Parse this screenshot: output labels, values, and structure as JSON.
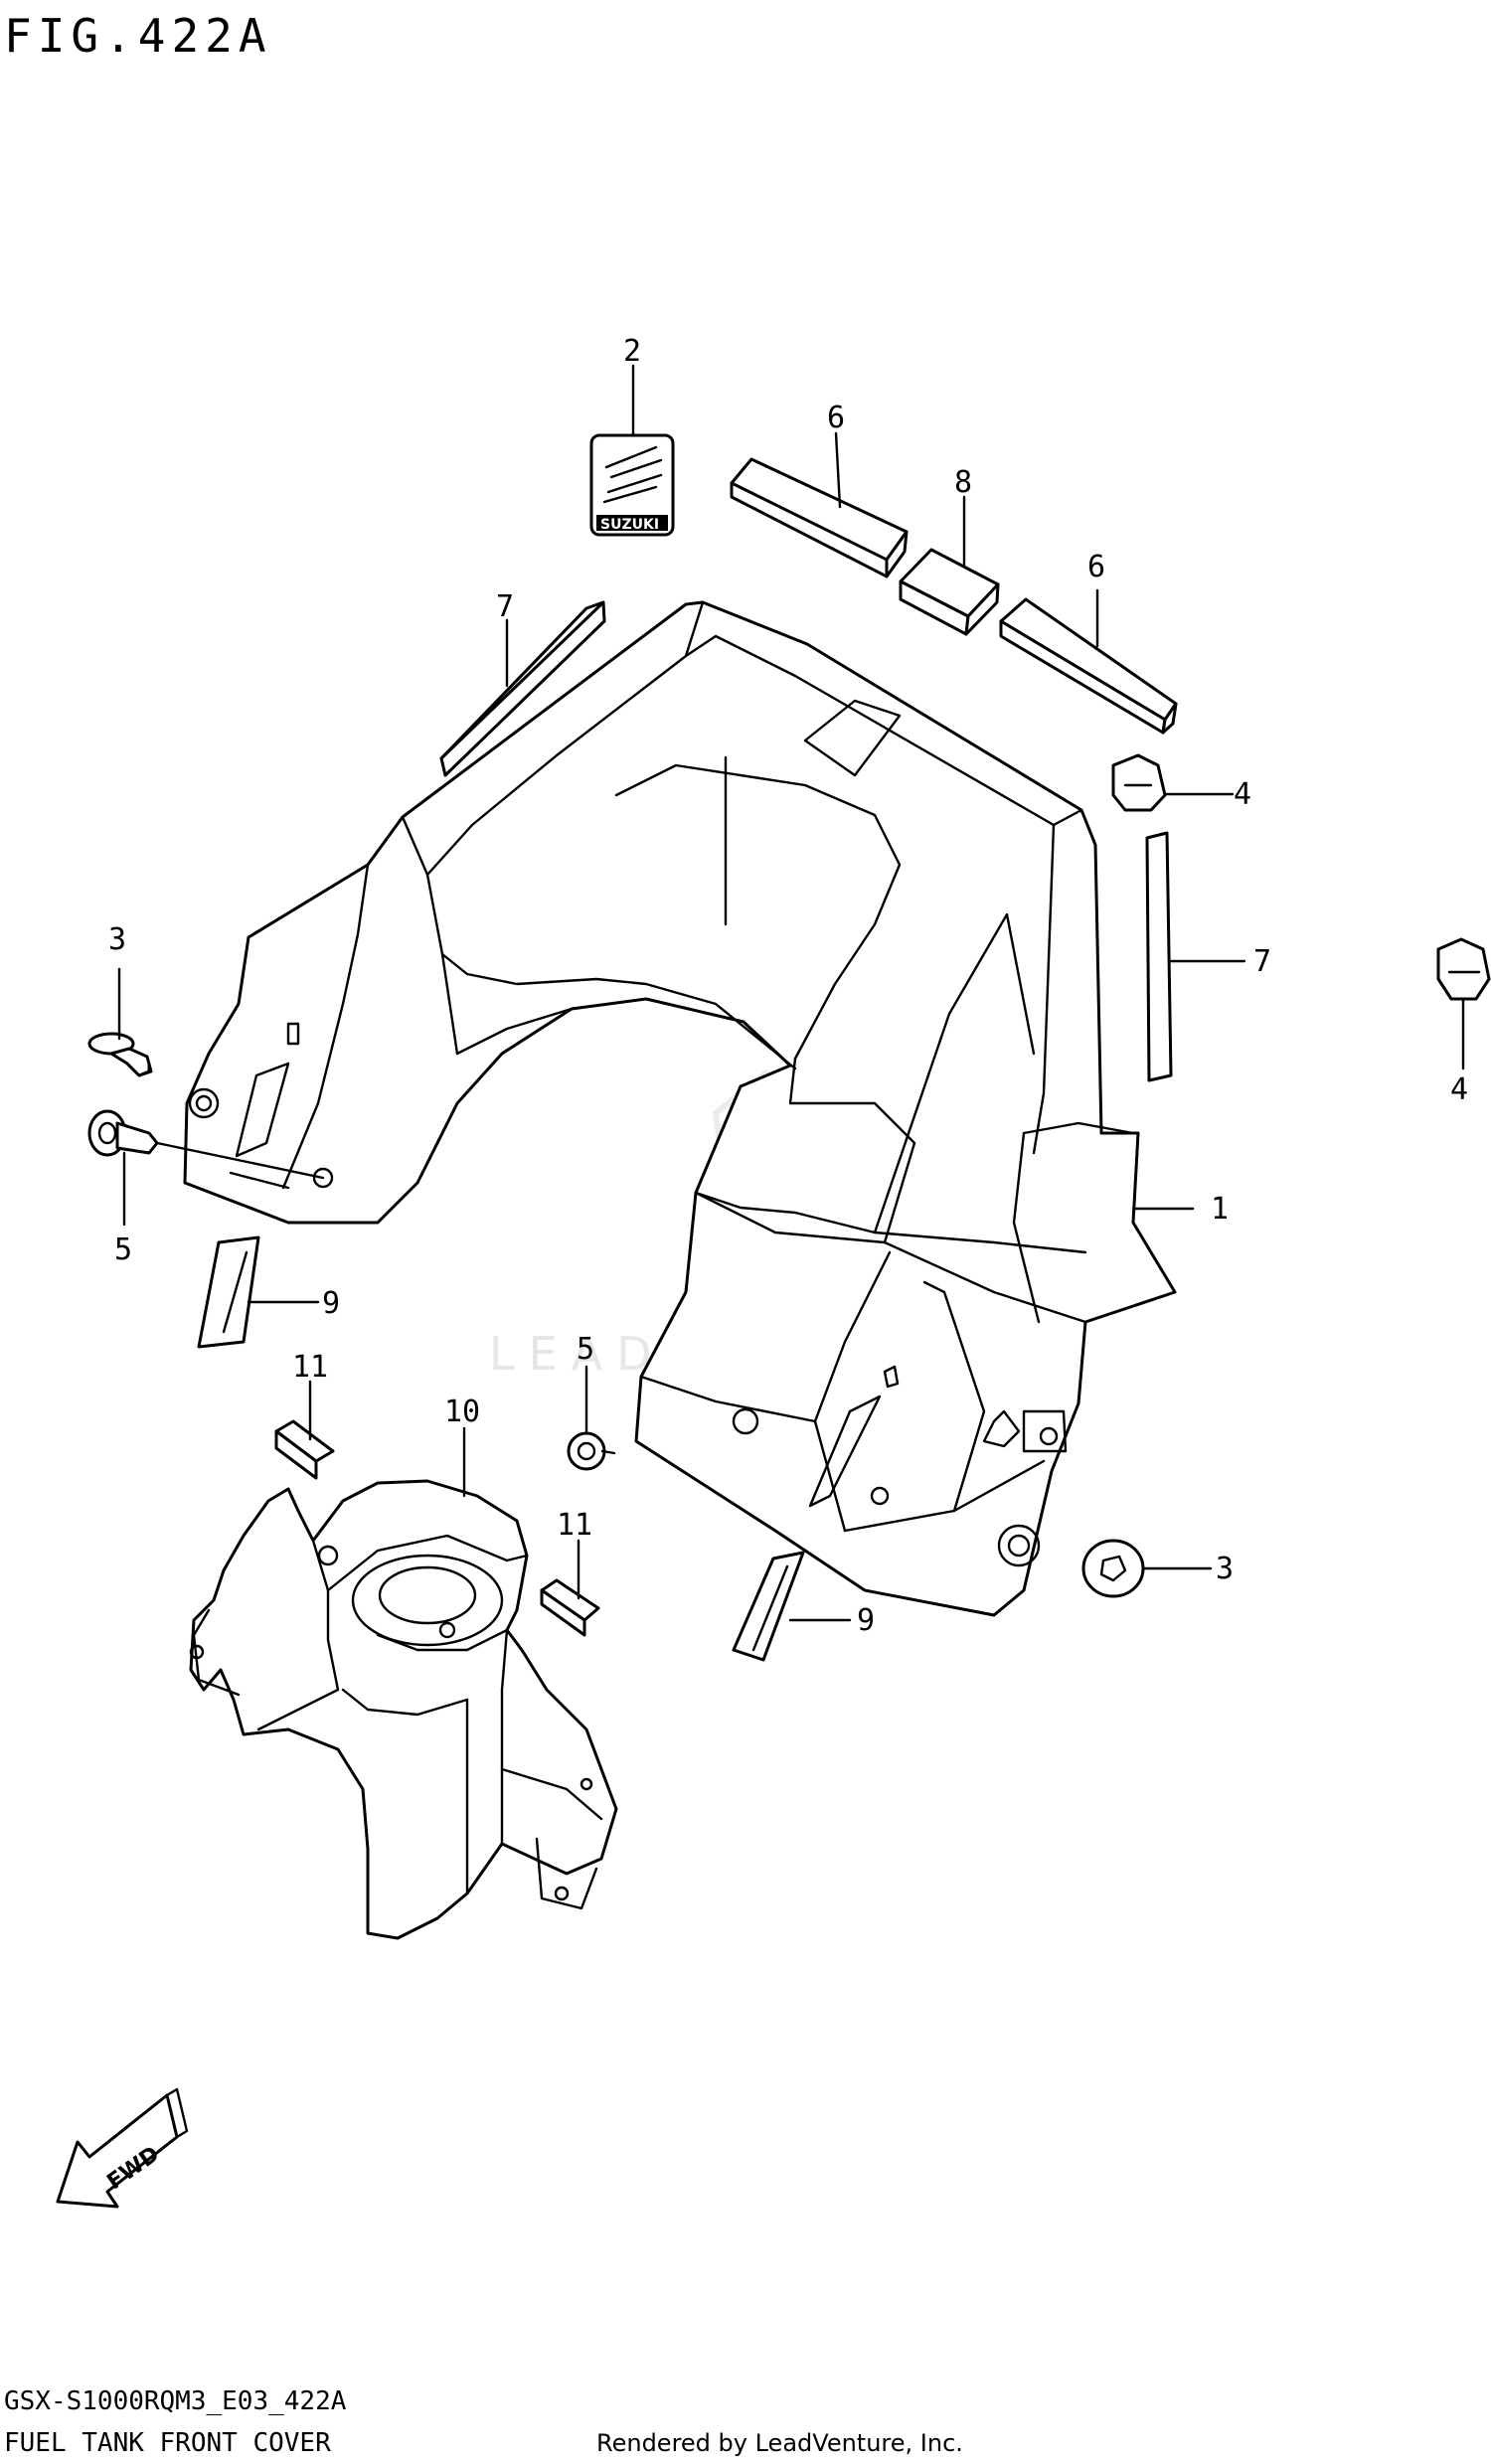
{
  "figure": {
    "title": "FIG.422A",
    "model_code": "GSX-S1000RQM3_E03_422A",
    "caption": "FUEL TANK FRONT COVER",
    "credit": "Rendered by LeadVenture, Inc.",
    "watermark": "LEADVENTURE"
  },
  "parts": {
    "badge_text": "SUZUKI",
    "fwd_arrow": "FWD"
  },
  "callouts": [
    {
      "id": "c2",
      "label": "2"
    },
    {
      "id": "c6a",
      "label": "6"
    },
    {
      "id": "c8",
      "label": "8"
    },
    {
      "id": "c6b",
      "label": "6"
    },
    {
      "id": "c7a",
      "label": "7"
    },
    {
      "id": "c4a",
      "label": "4"
    },
    {
      "id": "c7b",
      "label": "7"
    },
    {
      "id": "c4b",
      "label": "4"
    },
    {
      "id": "c3a",
      "label": "3"
    },
    {
      "id": "c5a",
      "label": "5"
    },
    {
      "id": "c1",
      "label": "1"
    },
    {
      "id": "c9a",
      "label": "9"
    },
    {
      "id": "c5b",
      "label": "5"
    },
    {
      "id": "c11a",
      "label": "11"
    },
    {
      "id": "c10",
      "label": "10"
    },
    {
      "id": "c11b",
      "label": "11"
    },
    {
      "id": "c3b",
      "label": "3"
    },
    {
      "id": "c9b",
      "label": "9"
    }
  ]
}
